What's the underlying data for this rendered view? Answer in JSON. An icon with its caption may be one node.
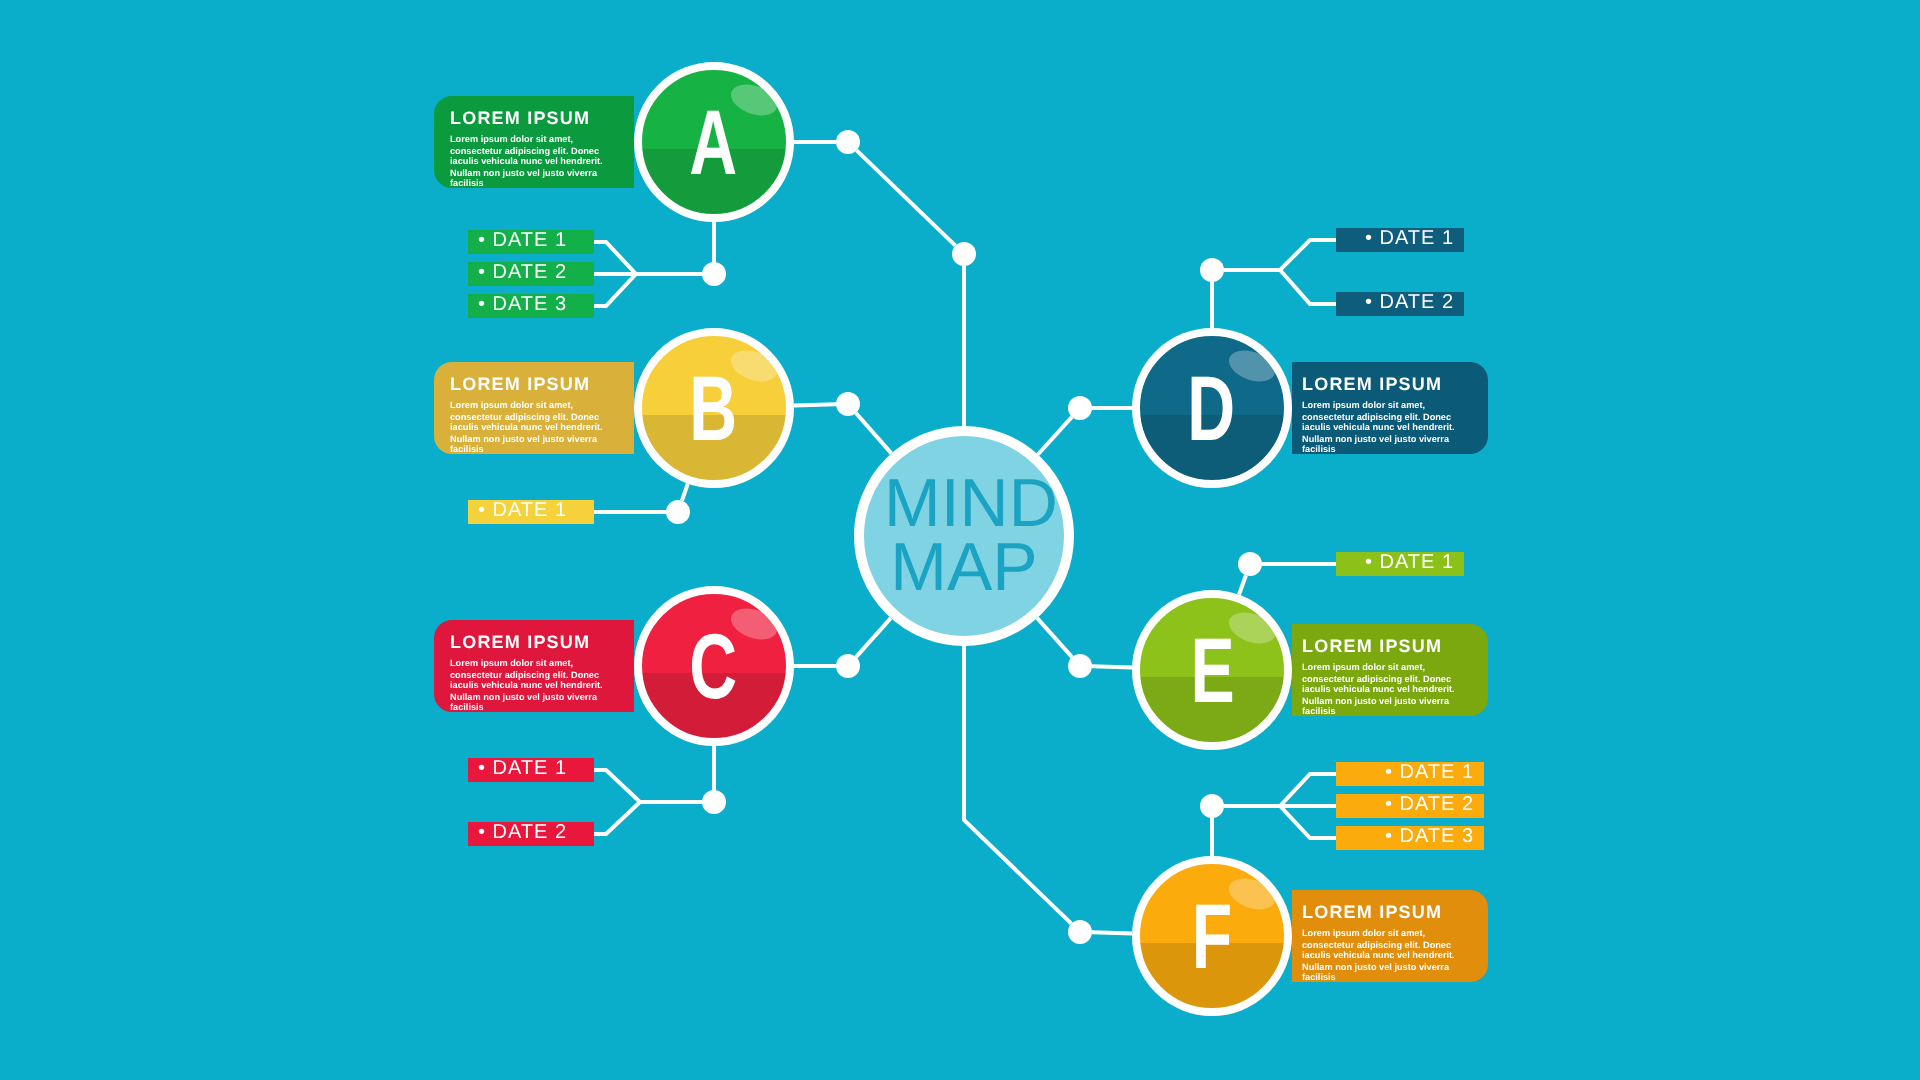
{
  "diagram": {
    "nodes": [
      {
        "text": [
          "MIND MAP"
        ]
      },
      {
        "text": [
          "LOREM IPSUM",
          "Lorem ipsum dolor sit amet, consectetur adipiscing elit. Donec iaculis vehicula nunc vel hendrerit. Nullam non justo vel justo viverra facilisis"
        ]
      },
      {
        "text": [
          "A"
        ]
      },
      {
        "text": [
          "• DATE 1"
        ]
      },
      {
        "text": [
          "• DATE 2"
        ]
      },
      {
        "text": [
          "• DATE 3"
        ]
      },
      {
        "text": [
          "LOREM IPSUM",
          "Lorem ipsum dolor sit amet, consectetur adipiscing elit. Donec iaculis vehicula nunc vel hendrerit. Nullam non justo vel justo viverra facilisis"
        ]
      },
      {
        "text": [
          "B"
        ]
      },
      {
        "text": [
          "• DATE 1"
        ]
      },
      {
        "text": [
          "LOREM IPSUM",
          "Lorem ipsum dolor sit amet, consectetur adipiscing elit. Donec iaculis vehicula nunc vel hendrerit. Nullam non justo vel justo viverra facilisis"
        ]
      },
      {
        "text": [
          "C"
        ]
      },
      {
        "text": [
          "• DATE 1"
        ]
      },
      {
        "text": [
          "• DATE 2"
        ]
      },
      {
        "text": [
          "LOREM IPSUM",
          "Lorem ipsum dolor sit amet, consectetur adipiscing elit. Donec iaculis vehicula nunc vel hendrerit. Nullam non justo vel justo viverra facilisis"
        ]
      },
      {
        "text": [
          "D"
        ]
      },
      {
        "text": [
          "• DATE 1"
        ]
      },
      {
        "text": [
          "• DATE 2"
        ]
      },
      {
        "text": [
          "LOREM IPSUM",
          "Lorem ipsum dolor sit amet, consectetur adipiscing elit. Donec iaculis vehicula nunc vel hendrerit. Nullam non justo vel justo viverra facilisis"
        ]
      },
      {
        "text": [
          "E"
        ]
      },
      {
        "text": [
          "• DATE 1"
        ]
      },
      {
        "text": [
          "LOREM IPSUM",
          "Lorem ipsum dolor sit amet, consectetur adipiscing elit. Donec iaculis vehicula nunc vel hendrerit. Nullam non justo vel justo viverra facilisis"
        ]
      },
      {
        "text": [
          "F"
        ]
      },
      {
        "text": [
          "• DATE 1"
        ]
      },
      {
        "text": [
          "• DATE 2"
        ]
      },
      {
        "text": [
          "• DATE 3"
        ]
      },
      {
        "text": [],
        "shape": "circle"
      },
      {
        "text": [],
        "shape": "circle"
      },
      {
        "text": [],
        "shape": "circle"
      },
      {
        "text": [],
        "shape": "circle"
      },
      {
        "text": [],
        "shape": "circle"
      },
      {
        "text": [],
        "shape": "circle"
      },
      {
        "text": [],
        "shape": "circle"
      },
      {
        "text": [],
        "shape": "circle"
      },
      {
        "text": [],
        "shape": "circle"
      },
      {
        "text": [],
        "shape": "circle"
      },
      {
        "text": [],
        "shape": "circle"
      },
      {
        "text": [],
        "shape": "circle"
      },
      {
        "text": [],
        "shape": "circle"
      }
    ],
    "edges": [
      {
        "from": 0,
        "to": 26,
        "arrow": "none"
      },
      {
        "from": 26,
        "to": 25,
        "arrow": "none"
      },
      {
        "from": 25,
        "to": 2,
        "arrow": "none"
      },
      {
        "from": 2,
        "to": 28,
        "arrow": "none"
      },
      {
        "from": 28,
        "to": 3,
        "arrow": "none"
      },
      {
        "from": 28,
        "to": 4,
        "arrow": "none"
      },
      {
        "from": 28,
        "to": 5,
        "arrow": "none"
      },
      {
        "from": 0,
        "to": 29,
        "arrow": "none"
      },
      {
        "from": 29,
        "to": 7,
        "arrow": "none"
      },
      {
        "from": 7,
        "to": 31,
        "arrow": "none"
      },
      {
        "from": 31,
        "to": 8,
        "arrow": "none"
      },
      {
        "from": 0,
        "to": 33,
        "arrow": "none"
      },
      {
        "from": 33,
        "to": 10,
        "arrow": "none"
      },
      {
        "from": 10,
        "to": 35,
        "arrow": "none"
      },
      {
        "from": 35,
        "to": 11,
        "arrow": "none"
      },
      {
        "from": 35,
        "to": 12,
        "arrow": "none"
      },
      {
        "from": 0,
        "to": 30,
        "arrow": "none"
      },
      {
        "from": 30,
        "to": 14,
        "arrow": "none"
      },
      {
        "from": 14,
        "to": 27,
        "arrow": "none"
      },
      {
        "from": 27,
        "to": 15,
        "arrow": "none"
      },
      {
        "from": 27,
        "to": 16,
        "arrow": "none"
      },
      {
        "from": 0,
        "to": 34,
        "arrow": "none"
      },
      {
        "from": 34,
        "to": 18,
        "arrow": "none"
      },
      {
        "from": 18,
        "to": 32,
        "arrow": "none"
      },
      {
        "from": 32,
        "to": 19,
        "arrow": "none"
      },
      {
        "from": 0,
        "to": 37,
        "arrow": "none"
      },
      {
        "from": 37,
        "to": 21,
        "arrow": "none"
      },
      {
        "from": 21,
        "to": 36,
        "arrow": "none"
      },
      {
        "from": 36,
        "to": 22,
        "arrow": "none"
      },
      {
        "from": 36,
        "to": 23,
        "arrow": "none"
      },
      {
        "from": 36,
        "to": 24,
        "arrow": "none"
      }
    ]
  }
}
